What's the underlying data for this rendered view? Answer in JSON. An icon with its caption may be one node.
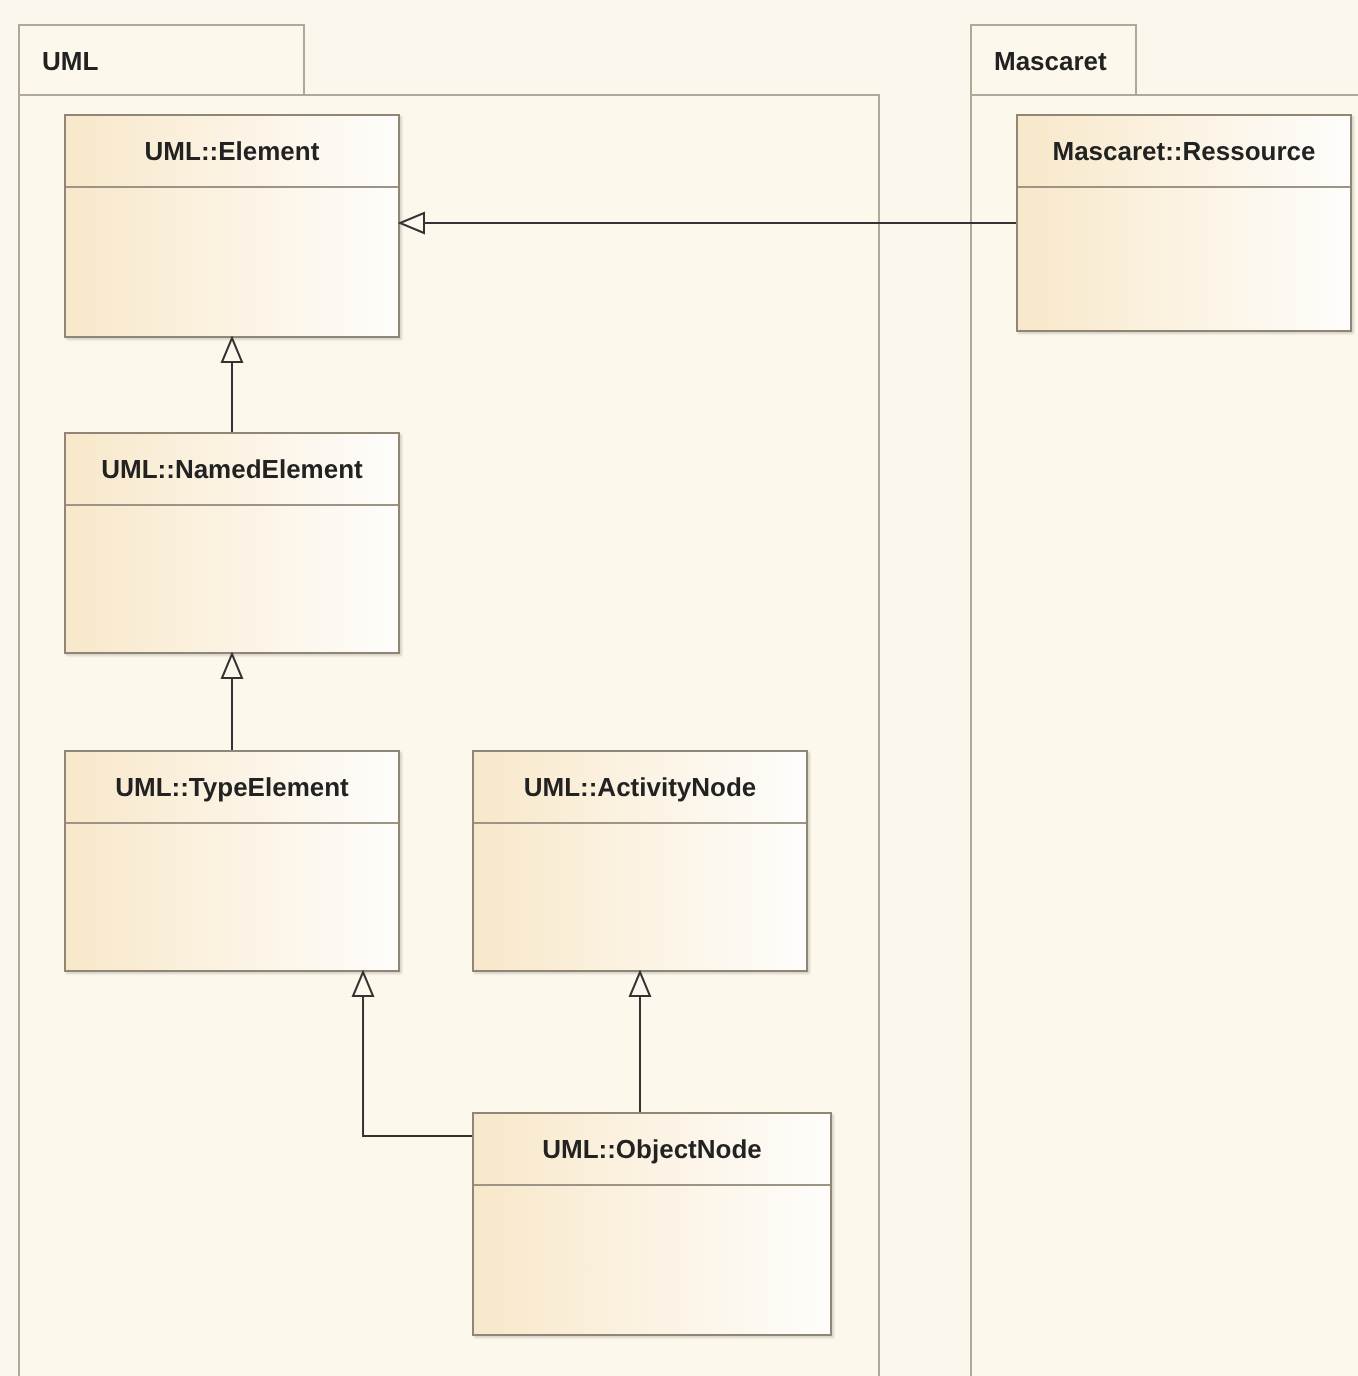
{
  "diagram": {
    "nodes": [
      {
        "text": [
          "UML"
        ]
      },
      {
        "text": [
          "UML::Element"
        ],
        "in": 0
      },
      {
        "text": [
          "UML::NamedElement"
        ],
        "in": 0
      },
      {
        "text": [
          "UML::TypeElement"
        ],
        "in": 0
      },
      {
        "text": [
          "UML::ActivityNode"
        ],
        "in": 0
      },
      {
        "text": [
          "UML::ObjectNode"
        ],
        "in": 0
      },
      {
        "text": [
          "Mascaret"
        ]
      },
      {
        "text": [
          "Mascaret::Ressource"
        ],
        "in": 6
      }
    ],
    "edges": [
      {
        "from": 2,
        "to": 1,
        "arrow": "to"
      },
      {
        "from": 3,
        "to": 2,
        "arrow": "to"
      },
      {
        "from": 5,
        "to": 3,
        "arrow": "to"
      },
      {
        "from": 5,
        "to": 4,
        "arrow": "to"
      },
      {
        "from": 7,
        "to": 1,
        "arrow": "to"
      }
    ]
  }
}
